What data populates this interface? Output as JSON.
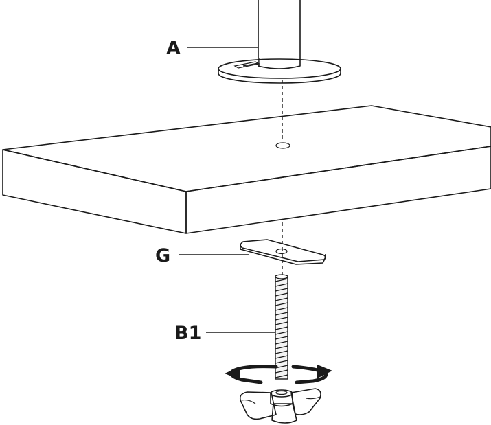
{
  "labels": {
    "pole_base": "A",
    "plate": "G",
    "bolt": "B1"
  },
  "colors": {
    "line": "#1a1a1a",
    "metal_dark": "#6e6e6e",
    "metal_light": "#d6d6d6",
    "background": "#ffffff"
  },
  "icons": [
    "rotation-arrow-icon"
  ]
}
